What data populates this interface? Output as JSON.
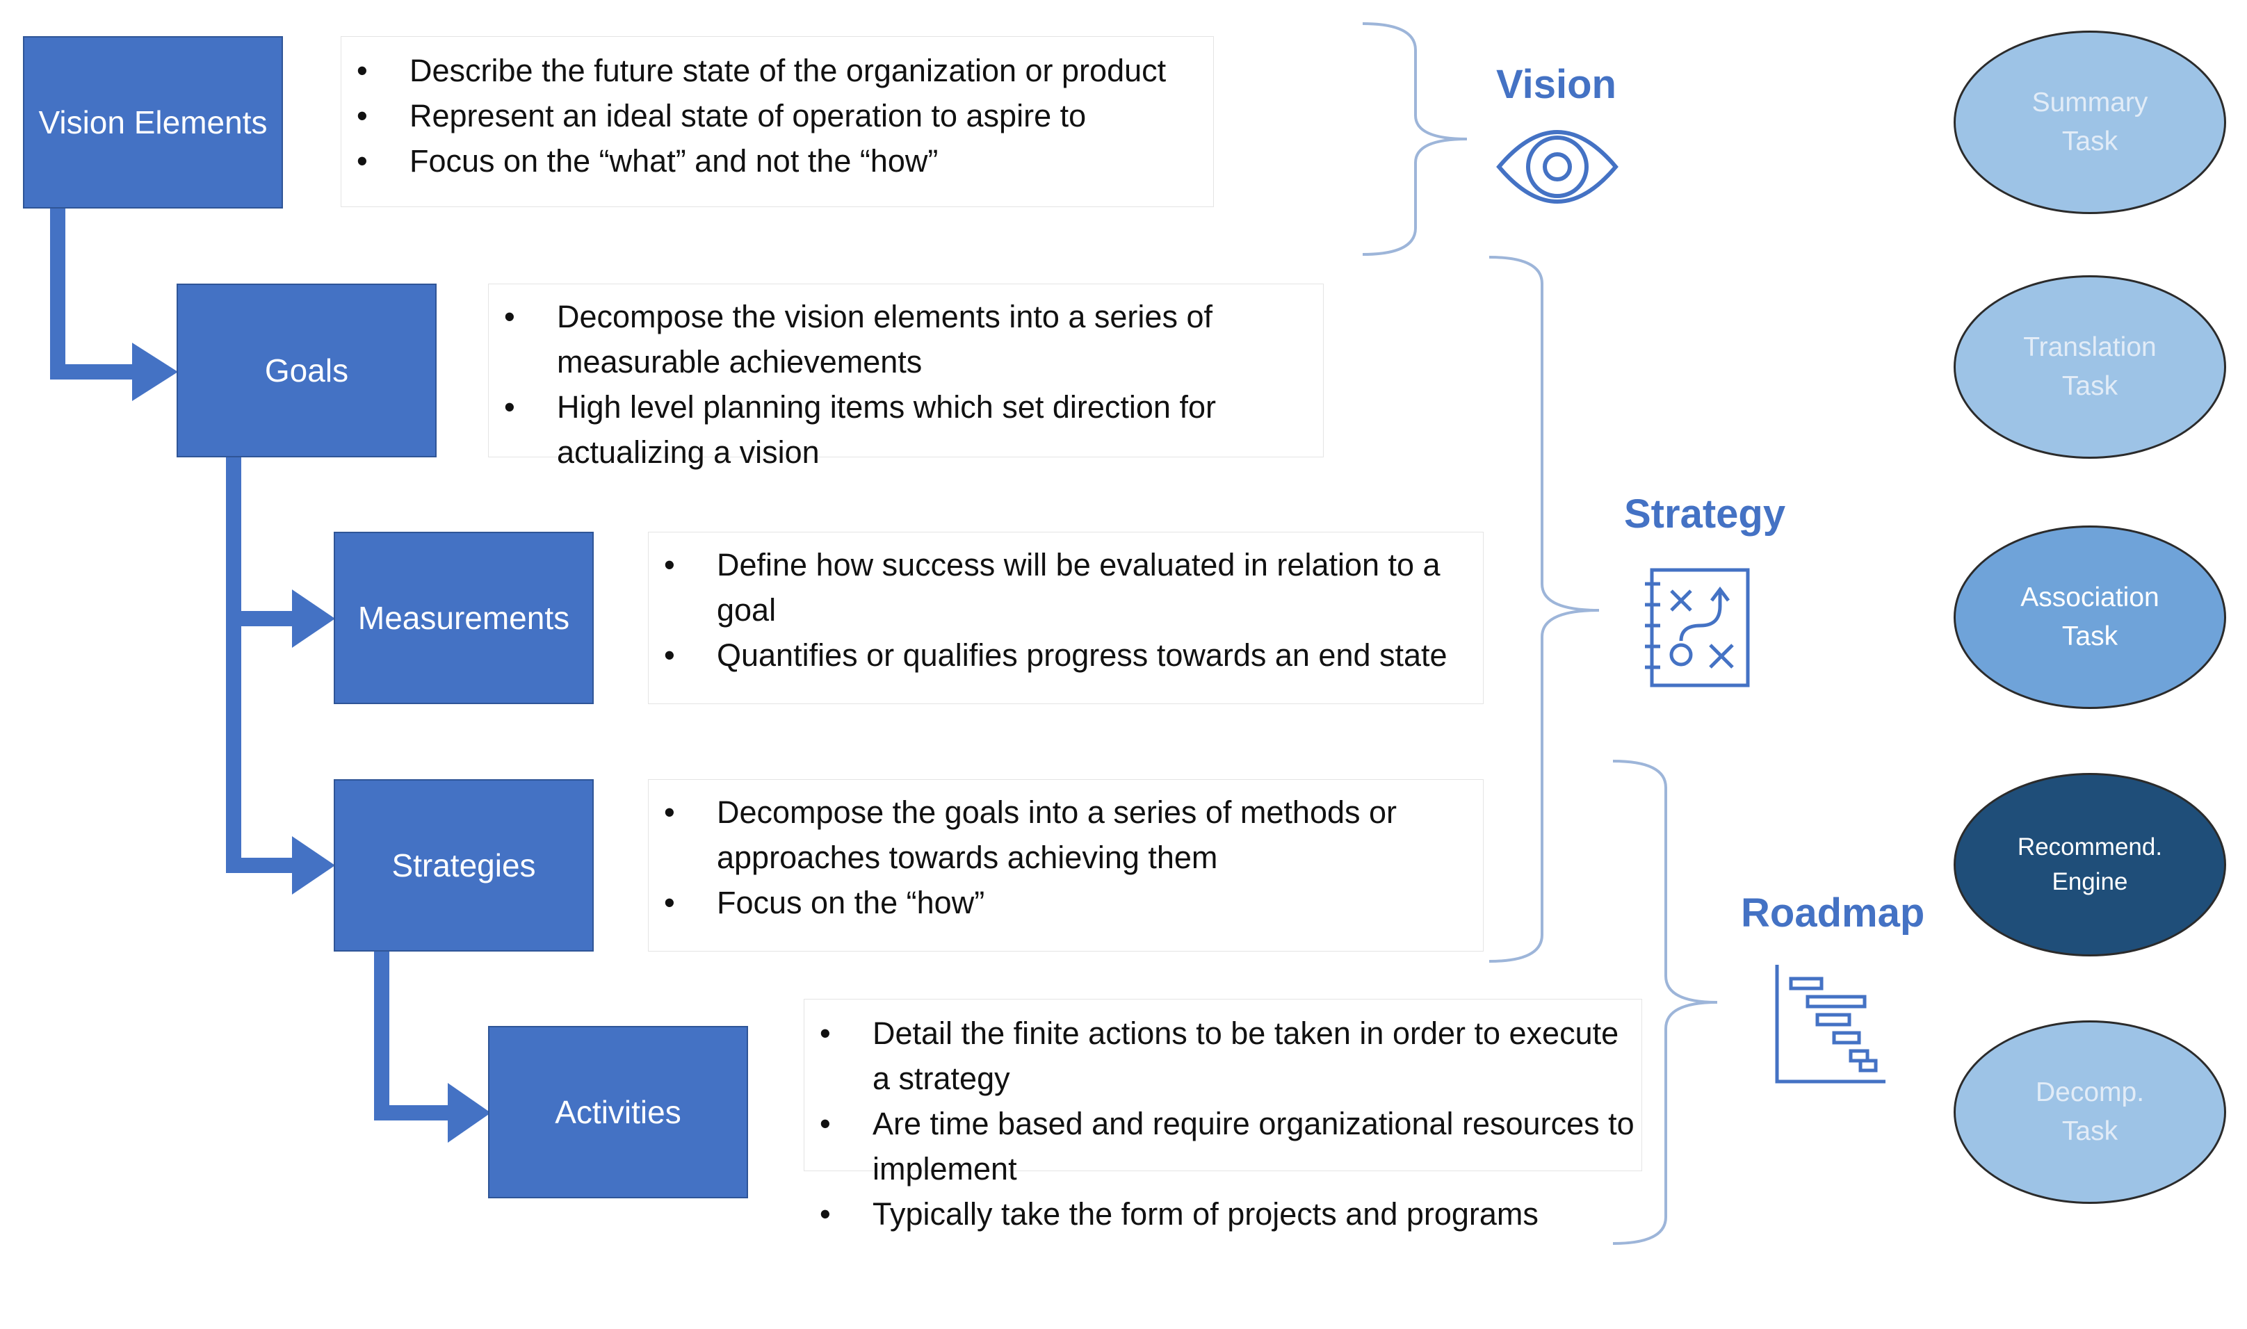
{
  "hierarchy": {
    "vision_elements": {
      "label": "Vision Elements"
    },
    "goals": {
      "label": "Goals"
    },
    "measurements": {
      "label": "Measurements"
    },
    "strategies": {
      "label": "Strategies"
    },
    "activities": {
      "label": "Activities"
    }
  },
  "descriptions": {
    "vision_elements": [
      "Describe the future state of the organization or product",
      "Represent an ideal state of operation to aspire to",
      "Focus on the “what” and not the “how”"
    ],
    "goals": [
      "Decompose the vision elements into a series of measurable achievements",
      "High level planning items which set direction for actualizing a vision"
    ],
    "measurements": [
      "Define how success will be evaluated in relation to a goal",
      "Quantifies or qualifies progress towards an end state"
    ],
    "strategies": [
      "Decompose the goals into a series of methods or approaches towards achieving them",
      "Focus on the “how”"
    ],
    "activities": [
      "Detail the finite actions to be taken in order to execute a strategy",
      "Are time based and require organizational resources to implement",
      "Typically take the form of projects and programs"
    ]
  },
  "sections": {
    "vision": {
      "title": "Vision",
      "icon": "eye-icon"
    },
    "strategy": {
      "title": "Strategy",
      "icon": "strategy-board-icon"
    },
    "roadmap": {
      "title": "Roadmap",
      "icon": "gantt-chart-icon"
    }
  },
  "tasks": [
    {
      "label": "Summary\nTask",
      "fill": "#9dc3e6",
      "text_color": "#e2ecf7"
    },
    {
      "label": "Translation\nTask",
      "fill": "#9dc3e6",
      "text_color": "#e2ecf7"
    },
    {
      "label": "Association\nTask",
      "fill": "#6fa3d9",
      "text_color": "#ffffff"
    },
    {
      "label": "Recommend.\nEngine",
      "fill": "#1f4e79",
      "text_color": "#ffffff"
    },
    {
      "label": "Decomp.\nTask",
      "fill": "#9dc3e6",
      "text_color": "#e2ecf7"
    }
  ],
  "colors": {
    "box_fill": "#4472c4",
    "connector": "#4472c4",
    "section_title": "#4472c4",
    "bracket": "#9db5d9"
  }
}
